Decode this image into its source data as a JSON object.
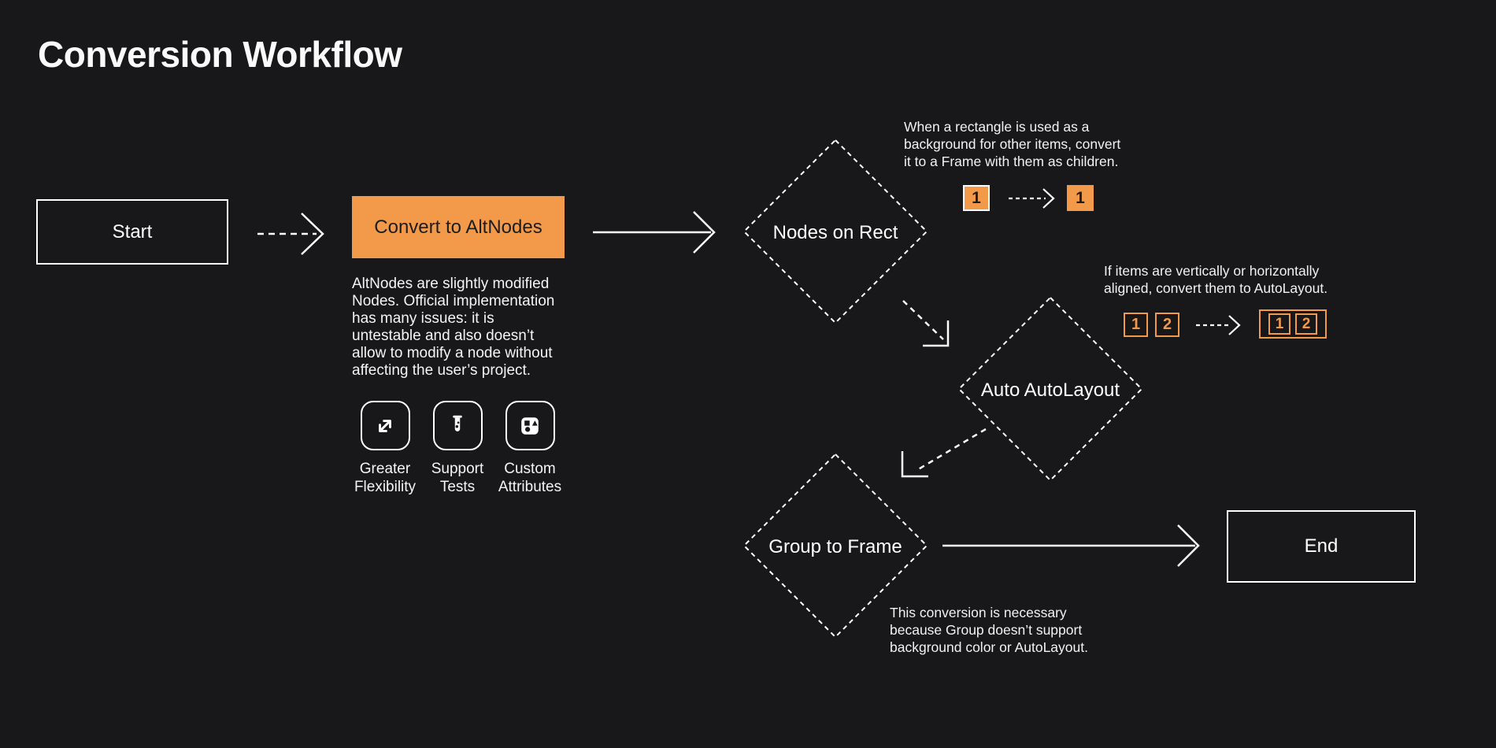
{
  "page": {
    "title": "Conversion Workflow"
  },
  "colors": {
    "background": "#18181a",
    "accent_orange": "#f2994a",
    "stroke_white": "#ffffff",
    "dark_text_on_orange": "#1d1d1d"
  },
  "flow": {
    "start": {
      "label": "Start"
    },
    "convert": {
      "label": "Convert to AltNodes",
      "description": "AltNodes are slightly modified\nNodes. Official implementation\nhas many issues: it is\nuntestable and also doesn’t\nallow to modify a node without\naffecting the user’s project."
    },
    "nodes_on_rect": {
      "label": "Nodes on Rect",
      "annotation": "When a rectangle is used as a\nbackground for other items, convert\nit to a Frame with them as children.",
      "mini": {
        "before": "1",
        "after": "1"
      }
    },
    "auto_autolayout": {
      "label": "Auto AutoLayout",
      "annotation": "If items are vertically or horizontally\naligned, convert them to AutoLayout.",
      "mini": {
        "before": [
          "1",
          "2"
        ],
        "after": [
          "1",
          "2"
        ]
      }
    },
    "group_to_frame": {
      "label": "Group to Frame",
      "annotation": "This conversion is necessary\nbecause Group doesn’t support\nbackground color or AutoLayout."
    },
    "end": {
      "label": "End"
    }
  },
  "features": [
    {
      "icon": "expand-arrows-icon",
      "label": "Greater\nFlexibility"
    },
    {
      "icon": "test-tube-icon",
      "label": "Support\nTests"
    },
    {
      "icon": "shapes-icon",
      "label": "Custom\nAttributes"
    }
  ]
}
